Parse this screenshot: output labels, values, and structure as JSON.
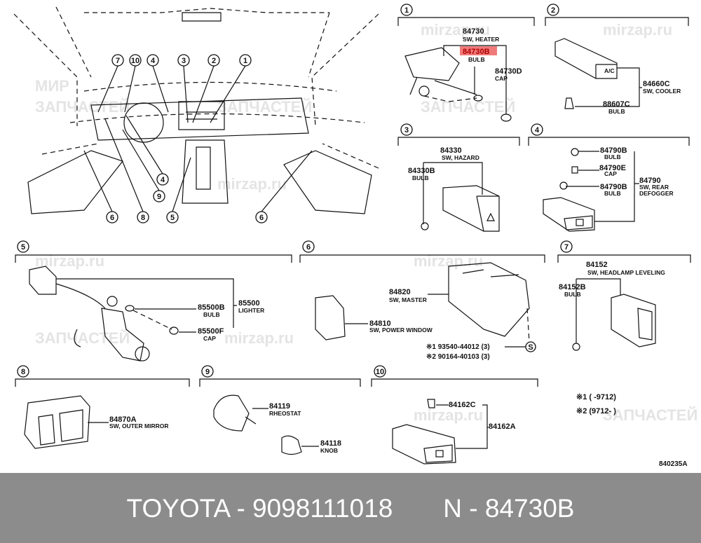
{
  "watermark": {
    "line1": "МИР",
    "line2": "ЗАПЧАСТЕЙ",
    "site": "mirzap.ru"
  },
  "overview": {
    "callouts": [
      "7",
      "10",
      "4",
      "3",
      "2",
      "1",
      "6",
      "8",
      "9",
      "4",
      "5",
      "6"
    ]
  },
  "sections": {
    "s1": {
      "num": "1",
      "p1": "84730",
      "d1": "SW, HEATER",
      "p2": "84730B",
      "d2": "BULB",
      "p3": "84730D",
      "d3": "CAP"
    },
    "s2": {
      "num": "2",
      "p1": "84660C",
      "d1": "SW, COOLER",
      "p2": "88607C",
      "d2": "BULB",
      "label": "A/C"
    },
    "s3": {
      "num": "3",
      "p1": "84330",
      "d1": "SW, HAZARD",
      "p2": "84330B",
      "d2": "BULB"
    },
    "s4": {
      "num": "4",
      "p1": "84790B",
      "d1": "BULB",
      "p2": "84790E",
      "d2": "CAP",
      "p3": "84790B",
      "d3": "BULB",
      "p4": "84790",
      "d4a": "SW, REAR",
      "d4b": "DEFOGGER"
    },
    "s5": {
      "num": "5",
      "p1": "85500B",
      "d1": "BULB",
      "p2": "85500",
      "d2": "LIGHTER",
      "p3": "85500F",
      "d3": "CAP"
    },
    "s6": {
      "num": "6",
      "p1": "84820",
      "d1": "SW, MASTER",
      "p2": "84810",
      "d2": "SW, POWER WINDOW",
      "n1": "※1 93540-44012 (3)",
      "n2": "※2 90164-40103 (3)",
      "s": "S"
    },
    "s7": {
      "num": "7",
      "p1": "84152",
      "d1": "SW, HEADLAMP LEVELING",
      "p2": "84152B",
      "d2": "BULB"
    },
    "s8": {
      "num": "8",
      "p1": "84870A",
      "d1": "SW, OUTER MIRROR"
    },
    "s9": {
      "num": "9",
      "p1": "84119",
      "d1": "RHEOSTAT",
      "p2": "84118",
      "d2": "KNOB"
    },
    "s10": {
      "num": "10",
      "p1": "84162C",
      "p2": "84162A"
    }
  },
  "notes": {
    "n1": "※1 (      -9712)",
    "n2": "※2 (9712-      )",
    "code": "840235A"
  },
  "highlight_color": "#f07a7a",
  "footer": {
    "text": "TOYOTA - 9098111018       N - 84730B"
  }
}
